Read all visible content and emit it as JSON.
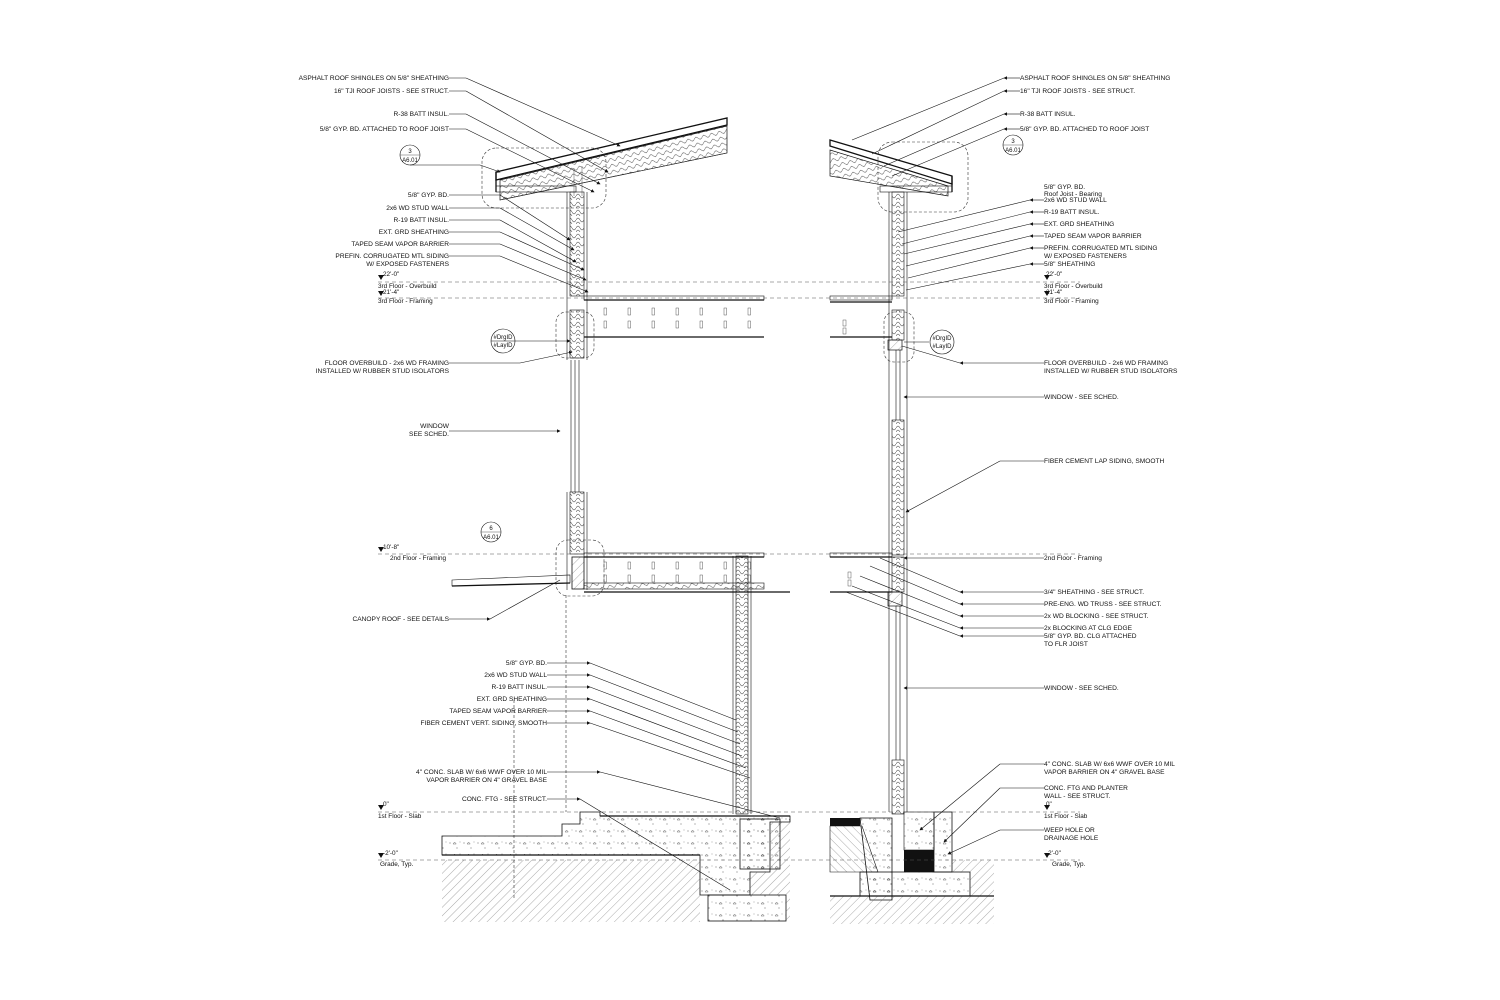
{
  "left_section": {
    "labels": [
      "ASPHALT ROOF SHINGLES ON 5/8\" SHEATHING",
      "16\" TJI ROOF JOISTS - SEE STRUCT.",
      "R-38 BATT INSUL.",
      "5/8\" GYP. BD. ATTACHED TO ROOF JOIST",
      "5/8\" GYP. BD.",
      "2x6 WD STUD WALL",
      "R-19 BATT INSUL.",
      "EXT. GRD SHEATHING",
      "TAPED SEAM VAPOR BARRIER",
      "PREFIN. CORRUGATED MTL SIDING",
      "W/ EXPOSED FASTENERS",
      "FLOOR OVERBUILD - 2x6 WD FRAMING",
      "INSTALLED W/ RUBBER STUD ISOLATORS",
      "WINDOW",
      "SEE SCHED.",
      "CANOPY ROOF - SEE DETAILS",
      "5/8\" GYP. BD.",
      "2x6 WD STUD WALL",
      "R-19 BATT INSUL.",
      "EXT. GRD SHEATHING",
      "TAPED SEAM VAPOR BARRIER",
      "FIBER CEMENT VERT. SIDING, SMOOTH",
      "4\" CONC. SLAB W/ 6x6 WWF OVER 10 MIL",
      "VAPOR BARRIER ON 4\" GRAVEL BASE",
      "CONC. FTG - SEE STRUCT."
    ],
    "levels": [
      {
        "elev": "22'-0\"",
        "name": "3rd Floor - Overbuild"
      },
      {
        "elev": "21'-4\"",
        "name": "3rd Floor - Framing"
      },
      {
        "elev": "10'-8\"",
        "name": "2nd Floor - Framing"
      },
      {
        "elev": "0\"",
        "name": "1st Floor - Slab"
      },
      {
        "elev": "-2'-0\"",
        "name": "Grade, Typ."
      }
    ],
    "tags": [
      {
        "num": "3",
        "sheet": "A6.01"
      },
      {
        "num": "6",
        "sheet": "A6.01"
      }
    ],
    "id_tags": [
      "#DrgID",
      "#LayID"
    ]
  },
  "right_section": {
    "labels": [
      "ASPHALT ROOF SHINGLES ON 5/8\" SHEATHING",
      "16\" TJI ROOF JOISTS - SEE STRUCT.",
      "R-38 BATT INSUL.",
      "5/8\" GYP. BD. ATTACHED TO ROOF JOIST",
      "5/8\" GYP. BD.",
      "Roof Joist - Bearing",
      "2x6 WD STUD WALL",
      "R-19 BATT INSUL.",
      "EXT. GRD SHEATHING",
      "TAPED SEAM VAPOR BARRIER",
      "PREFIN. CORRUGATED MTL SIDING",
      "W/ EXPOSED FASTENERS",
      "5/8\" SHEATHING",
      "FLOOR OVERBUILD - 2x6 WD FRAMING",
      "INSTALLED W/ RUBBER STUD ISOLATORS",
      "WINDOW - SEE SCHED.",
      "FIBER CEMENT LAP SIDING, SMOOTH",
      "2nd Floor - Framing",
      "3/4\" SHEATHING - SEE STRUCT.",
      "PRE-ENG. WD TRUSS - SEE STRUCT.",
      "2x WD BLOCKING - SEE STRUCT.",
      "2x BLOCKING AT CLG EDGE",
      "5/8\" GYP. BD. CLG ATTACHED",
      "TO FLR JOIST",
      "WINDOW - SEE SCHED.",
      "4\" CONC. SLAB W/ 6x6 WWF OVER 10 MIL",
      "VAPOR BARRIER ON 4\" GRAVEL BASE",
      "CONC. FTG AND PLANTER",
      "WALL - SEE STRUCT.",
      "WEEP HOLE OR",
      "DRAINAGE HOLE"
    ],
    "levels": [
      {
        "elev": "22'-0\"",
        "name": "3rd Floor - Overbuild"
      },
      {
        "elev": "21'-4\"",
        "name": "3rd Floor - Framing"
      },
      {
        "elev": "0\"",
        "name": "1st Floor - Slab"
      },
      {
        "elev": "-2'-0\"",
        "name": "Grade, Typ."
      }
    ],
    "tags": [
      {
        "num": "3",
        "sheet": "A6.01"
      }
    ],
    "id_tags": [
      "#DrgID",
      "#LayID"
    ]
  }
}
